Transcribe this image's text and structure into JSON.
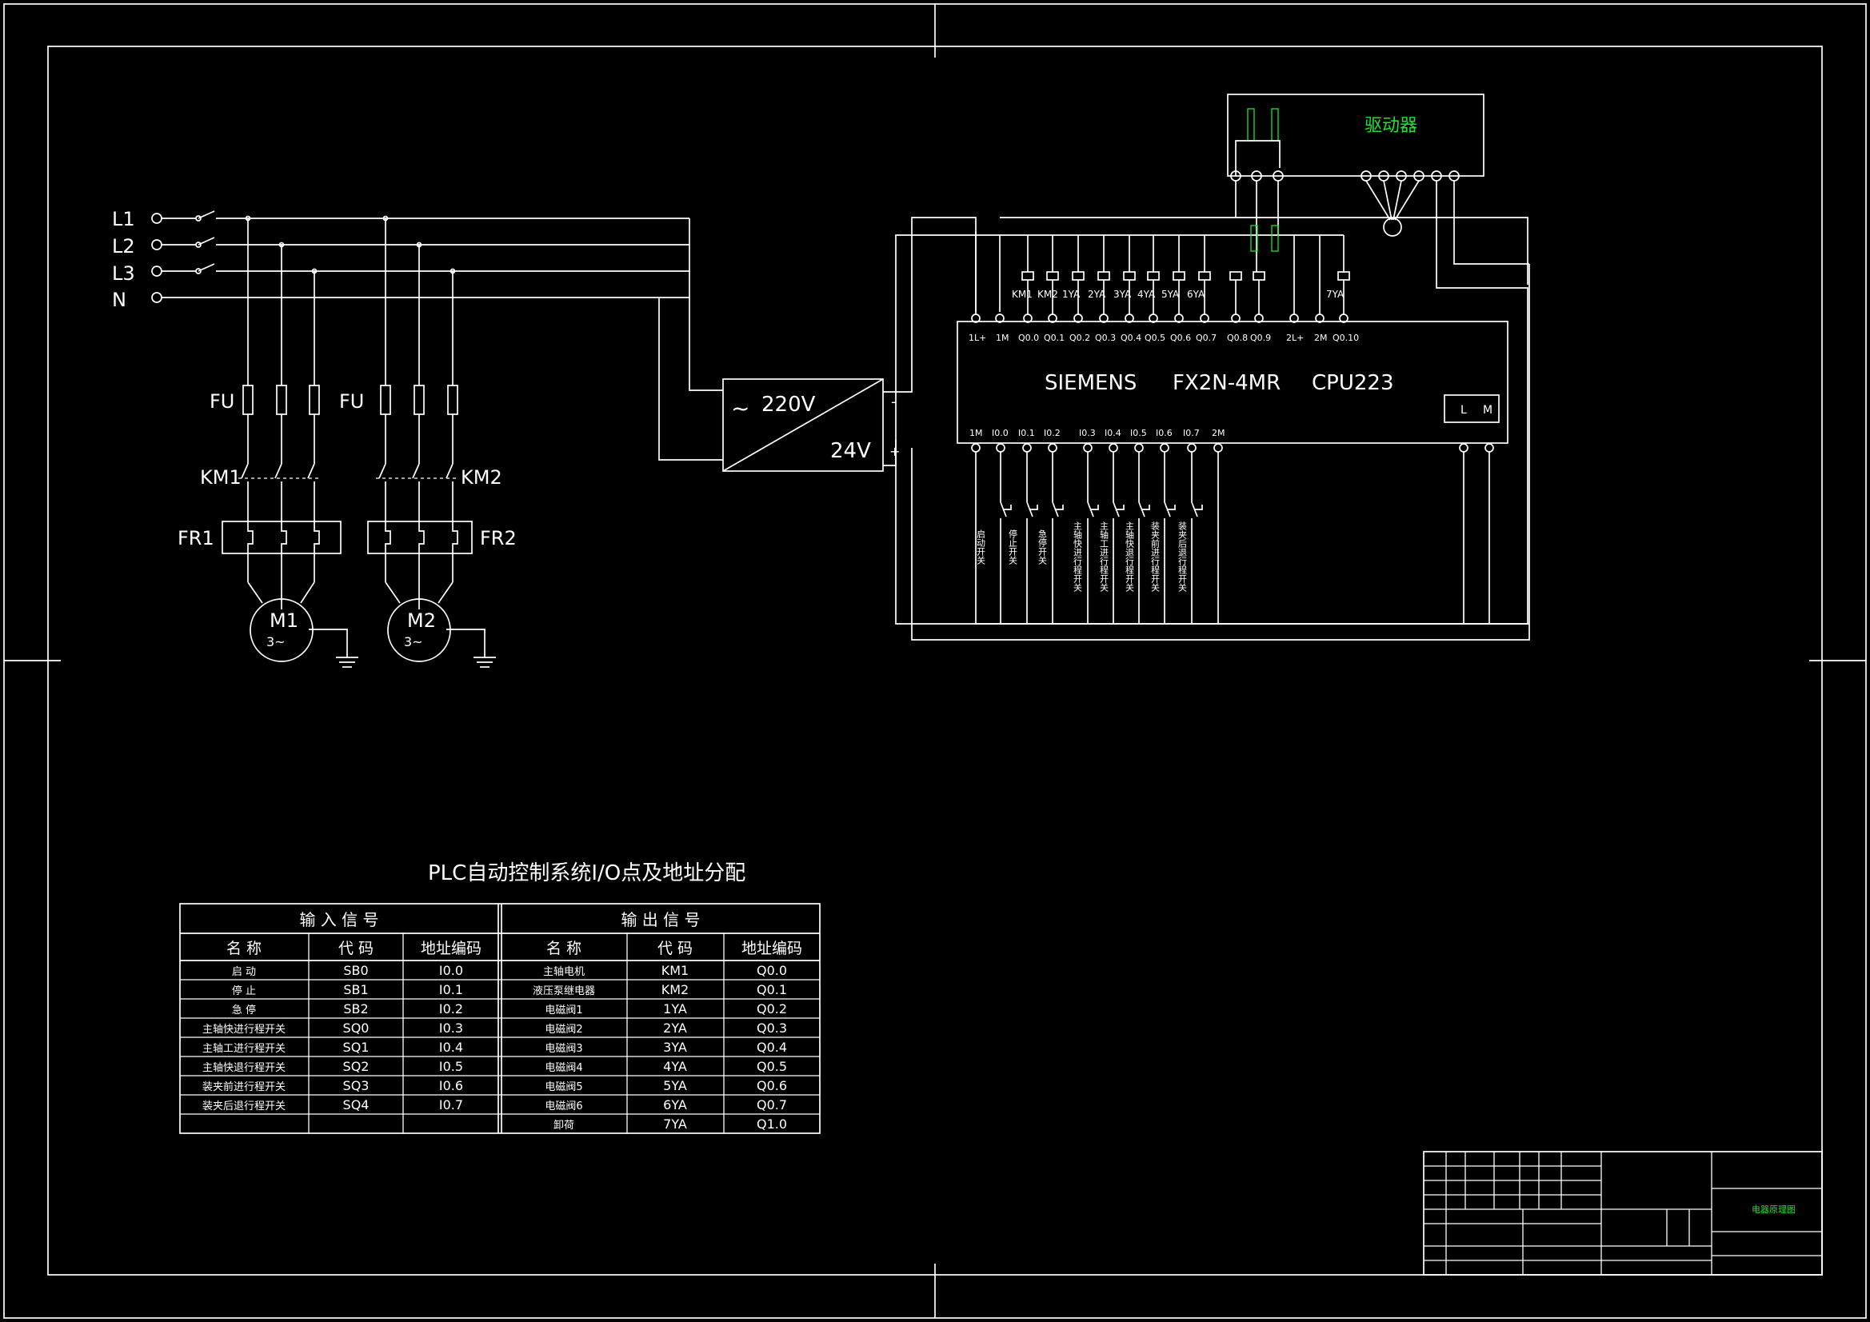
{
  "power": {
    "lines": [
      "L1",
      "L2",
      "L3",
      "N"
    ],
    "fuse_label_1": "FU",
    "fuse_label_2": "FU",
    "contactor_1": "KM1",
    "contactor_2": "KM2",
    "relay_1": "FR1",
    "relay_2": "FR2",
    "motor_1": "M1",
    "motor_2": "M2",
    "motor_sub": "3~"
  },
  "supply": {
    "ac_symbol": "~",
    "input": "220V",
    "output": "24V",
    "minus": "-",
    "plus": "+"
  },
  "plc": {
    "brand": "SIEMENS",
    "model": "FX2N-4MR",
    "cpu": "CPU223",
    "power_terminals": [
      "L",
      "M"
    ],
    "top_terminals": [
      "1L+",
      "1M",
      "Q0.0",
      "Q0.1",
      "Q0.2",
      "Q0.3",
      "Q0.4",
      "Q0.5",
      "Q0.6",
      "Q0.7",
      "Q0.8",
      "Q0.9",
      "2L+",
      "2M",
      "Q0.10"
    ],
    "bottom_terminals": [
      "1M",
      "I0.0",
      "I0.1",
      "I0.2",
      "I0.3",
      "I0.4",
      "I0.5",
      "I0.6",
      "I0.7",
      "2M"
    ],
    "loads": [
      "KM1",
      "KM2",
      "1YA",
      "2YA",
      "3YA",
      "4YA",
      "5YA",
      "6YA",
      "7YA"
    ]
  },
  "inputs": [
    {
      "label": "启动开关"
    },
    {
      "label": "停止开关"
    },
    {
      "label": "急停开关"
    },
    {
      "label": "主轴快进行程开关"
    },
    {
      "label": "主轴工进行程开关"
    },
    {
      "label": "主轴快退行程开关"
    },
    {
      "label": "装夹前进行程开关"
    },
    {
      "label": "装夹后退行程开关"
    }
  ],
  "driver": {
    "title": "驱动器",
    "side_label": "",
    "pin_labels": [
      "",
      "",
      "",
      "",
      "",
      ""
    ]
  },
  "io_table": {
    "title": "PLC自动控制系统I/O点及地址分配",
    "input_header": "输 入 信 号",
    "output_header": "输 出 信 号",
    "columns": [
      "名 称",
      "代 码",
      "地址编码"
    ],
    "input_rows": [
      [
        "启 动",
        "SB0",
        "I0.0"
      ],
      [
        "停 止",
        "SB1",
        "I0.1"
      ],
      [
        "急 停",
        "SB2",
        "I0.2"
      ],
      [
        "主轴快进行程开关",
        "SQ0",
        "I0.3"
      ],
      [
        "主轴工进行程开关",
        "SQ1",
        "I0.4"
      ],
      [
        "主轴快退行程开关",
        "SQ2",
        "I0.5"
      ],
      [
        "装夹前进行程开关",
        "SQ3",
        "I0.6"
      ],
      [
        "装夹后退行程开关",
        "SQ4",
        "I0.7"
      ],
      [
        "",
        "",
        ""
      ]
    ],
    "output_rows": [
      [
        "主轴电机",
        "KM1",
        "Q0.0"
      ],
      [
        "液压泵继电器",
        "KM2",
        "Q0.1"
      ],
      [
        "电磁阀1",
        "1YA",
        "Q0.2"
      ],
      [
        "电磁阀2",
        "2YA",
        "Q0.3"
      ],
      [
        "电磁阀3",
        "3YA",
        "Q0.4"
      ],
      [
        "电磁阀4",
        "4YA",
        "Q0.5"
      ],
      [
        "电磁阀5",
        "5YA",
        "Q0.6"
      ],
      [
        "电磁阀6",
        "6YA",
        "Q0.7"
      ],
      [
        "卸荷",
        "7YA",
        "Q1.0"
      ]
    ]
  },
  "title_block": {
    "drawing_name": "电器原理图",
    "row_labels": [
      "",
      "",
      "",
      "",
      "",
      "",
      ""
    ],
    "scale": "",
    "sheet": ""
  },
  "colors": {
    "background": "#000000",
    "lines": "#ffffff",
    "annotation": "#19e62b"
  }
}
